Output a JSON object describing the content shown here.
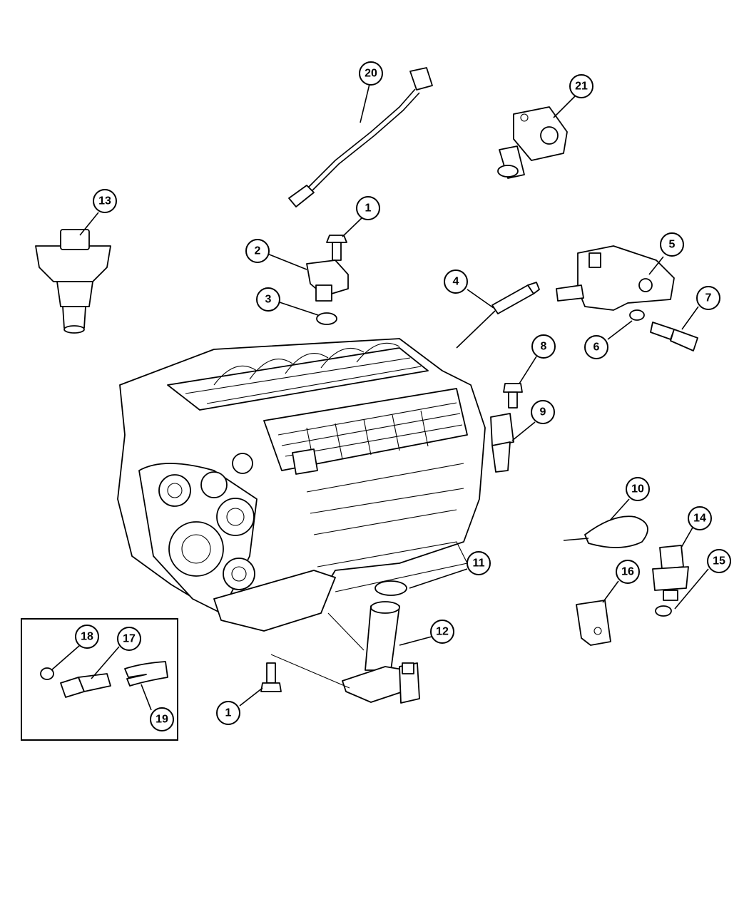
{
  "callouts": [
    {
      "id": "c20",
      "label": "20"
    },
    {
      "id": "c21",
      "label": "21"
    },
    {
      "id": "c13",
      "label": "13"
    },
    {
      "id": "c1a",
      "label": "1"
    },
    {
      "id": "c2",
      "label": "2"
    },
    {
      "id": "c3",
      "label": "3"
    },
    {
      "id": "c4",
      "label": "4"
    },
    {
      "id": "c5",
      "label": "5"
    },
    {
      "id": "c6",
      "label": "6"
    },
    {
      "id": "c7",
      "label": "7"
    },
    {
      "id": "c8",
      "label": "8"
    },
    {
      "id": "c9",
      "label": "9"
    },
    {
      "id": "c10",
      "label": "10"
    },
    {
      "id": "c11",
      "label": "11"
    },
    {
      "id": "c12",
      "label": "12"
    },
    {
      "id": "c14",
      "label": "14"
    },
    {
      "id": "c15",
      "label": "15"
    },
    {
      "id": "c16",
      "label": "16"
    },
    {
      "id": "c1b",
      "label": "1"
    },
    {
      "id": "c17",
      "label": "17"
    },
    {
      "id": "c18",
      "label": "18"
    },
    {
      "id": "c19",
      "label": "19"
    }
  ]
}
